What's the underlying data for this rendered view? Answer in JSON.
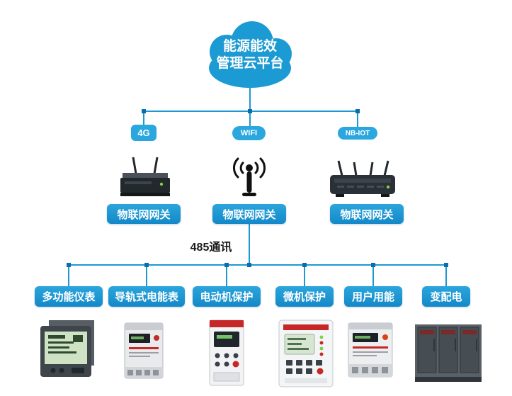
{
  "cloud": {
    "line1": "能源能效",
    "line2": "管理云平台"
  },
  "gateways": [
    {
      "badge": "4G",
      "label": "物联网网关"
    },
    {
      "badge": "WIFI",
      "label": "物联网网关"
    },
    {
      "badge": "NB-IOT",
      "label": "物联网网关"
    }
  ],
  "bus": {
    "label": "485通讯"
  },
  "devices": [
    {
      "label": "多功能仪表"
    },
    {
      "label": "导轨式电能表"
    },
    {
      "label": "电动机保护"
    },
    {
      "label": "微机保护"
    },
    {
      "label": "用户用能"
    },
    {
      "label": "变配电"
    }
  ],
  "colors": {
    "line_blue": "#1b99d3",
    "junction_blue": "#0d6cab",
    "badge_blue": "#2aa7de",
    "button_blue": "#1793cf",
    "cloud_blue": "#1b9ad3"
  }
}
